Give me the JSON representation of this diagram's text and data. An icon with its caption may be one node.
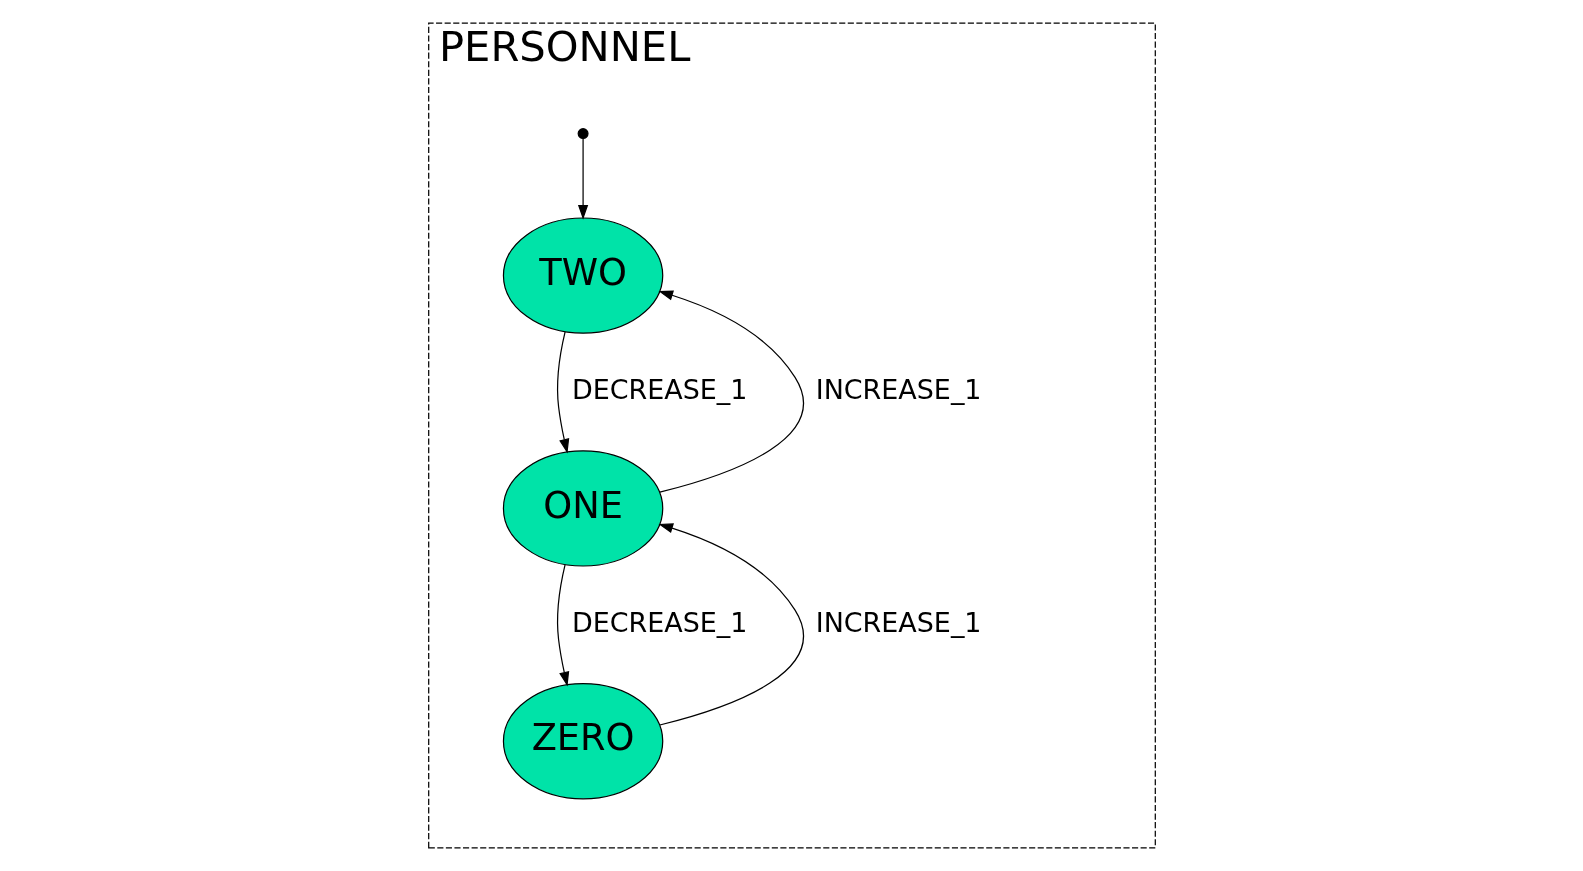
{
  "diagram": {
    "nodes": [
      {
        "text": [
          "PERSONNEL"
        ]
      },
      {
        "text": [
          "TWO"
        ],
        "in": 0
      },
      {
        "text": [
          "ONE"
        ],
        "in": 0
      },
      {
        "text": [
          "ZERO"
        ],
        "in": 0
      }
    ],
    "edges": [
      {
        "from": null,
        "to": 1,
        "arrow": "to"
      },
      {
        "from": 2,
        "to": 1,
        "arrow": "to",
        "label": "INCREASE_1"
      },
      {
        "from": 1,
        "to": 2,
        "arrow": "to",
        "label": "DECREASE_1"
      },
      {
        "from": 3,
        "to": 2,
        "arrow": "to",
        "label": "INCREASE_1"
      },
      {
        "from": 2,
        "to": 3,
        "arrow": "to",
        "label": "DECREASE_1"
      }
    ]
  }
}
